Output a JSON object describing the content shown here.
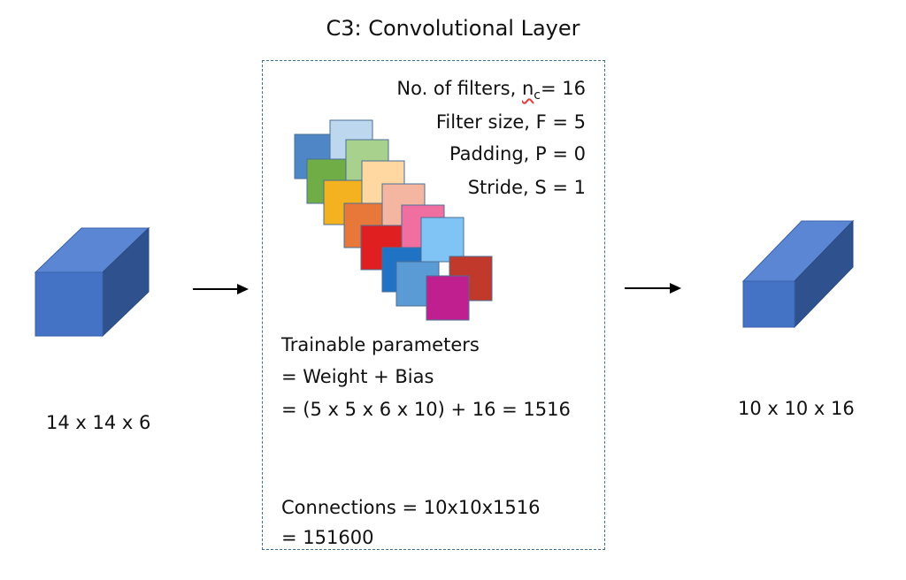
{
  "title": "C3: Convolutional Layer",
  "params": {
    "filters_prefix": "No. of filters, ",
    "filters_symbol": "n",
    "filters_sub": "c",
    "filters_value": "= 16",
    "filter_size": "Filter size, F = 5",
    "padding": "Padding, P = 0",
    "stride": "Stride, S = 1"
  },
  "trainable": {
    "line1": "Trainable parameters",
    "line2": "= Weight + Bias",
    "line3": "= (5 x 5 x 6 x 10) + 16 = 1516"
  },
  "connections": {
    "line1": "Connections = 10x10x1516",
    "line2": "= 151600"
  },
  "input_dims": "14 x 14 x 6",
  "output_dims": "10 x 10 x 16",
  "colors": {
    "cube_front": "#4472c4",
    "cube_top": "#5b86d3",
    "cube_side": "#2f528f",
    "box_border": "#44708f"
  },
  "filter_colors": [
    "#4f87c6",
    "#bdd7ee",
    "#70ad47",
    "#a9d18e",
    "#f4b120",
    "#ffd7a0",
    "#e8773a",
    "#f4b6a0",
    "#e02020",
    "#f06fa0",
    "#1f72c4",
    "#7fc4f4",
    "#5b9bd5",
    "#c0392b",
    "#c0208f"
  ]
}
